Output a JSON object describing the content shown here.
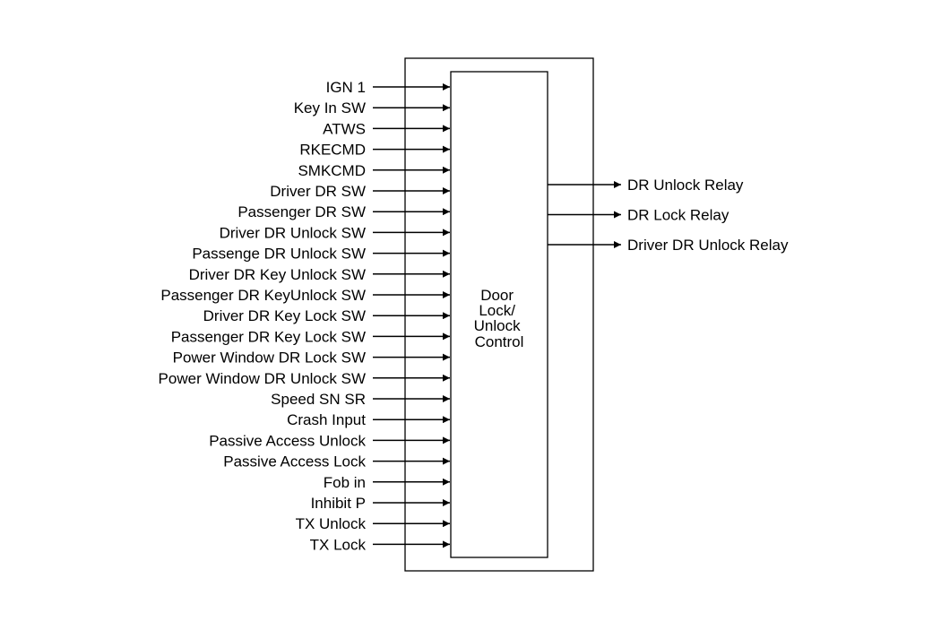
{
  "control_block": {
    "lines": [
      "Door",
      "Lock/",
      "Unlock",
      "Control"
    ]
  },
  "inputs": [
    "IGN 1",
    "Key In SW",
    "ATWS",
    "RKECMD",
    "SMKCMD",
    "Driver DR SW",
    "Passenger DR SW",
    "Driver DR Unlock SW",
    "Passenge DR Unlock SW",
    "Driver DR Key Unlock SW",
    "Passenger DR KeyUnlock SW",
    "Driver DR Key Lock SW",
    "Passenger DR Key Lock SW",
    "Power Window DR Lock SW",
    "Power Window DR Unlock SW",
    "Speed SN SR",
    "Crash Input",
    "Passive Access Unlock",
    "Passive Access Lock",
    "Fob in",
    "Inhibit P",
    "TX Unlock",
    "TX Lock"
  ],
  "outputs": [
    "DR Unlock Relay",
    "DR Lock Relay",
    "Driver DR Unlock Relay"
  ]
}
